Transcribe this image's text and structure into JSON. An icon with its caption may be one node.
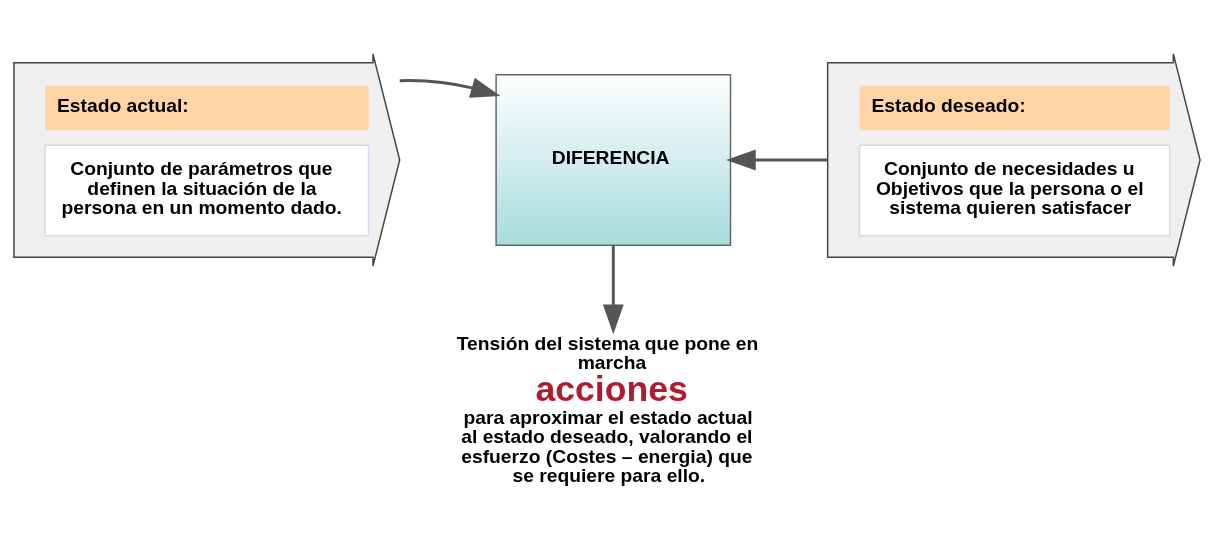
{
  "diagram": {
    "nodes": [
      {
        "text": [
          "Estado actual:",
          "Conjunto de parámetros que definen la situación de la persona en un momento dado."
        ]
      },
      {
        "text": [
          "DIFERENCIA"
        ]
      },
      {
        "text": [
          "Estado deseado:",
          "Conjunto de necesidades u Objetivos que la persona o el sistema quieren satisfacer"
        ]
      },
      {
        "text": [
          "Tensión del sistema que pone en marcha",
          "acciones",
          "para aproximar el estado actual al estado deseado, valorando el esfuerzo (Costes – energia) que se requiere para ello."
        ]
      }
    ],
    "edges": [
      {
        "from": 0,
        "to": 1,
        "arrow": "to"
      },
      {
        "from": 2,
        "to": 1,
        "arrow": "to"
      },
      {
        "from": 1,
        "to": 3,
        "arrow": "to"
      }
    ]
  }
}
